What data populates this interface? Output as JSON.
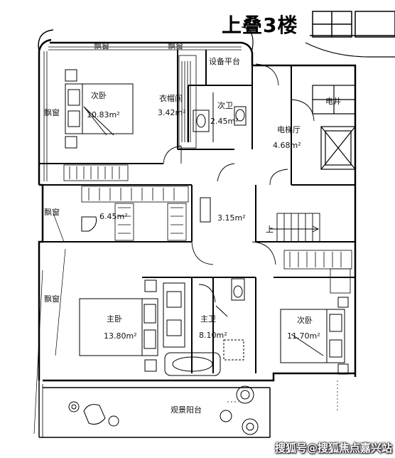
{
  "title": "上叠3楼",
  "labels": {
    "north_window": "飘窗",
    "north_window2": "飘窗",
    "equipment_platform": "设备平台",
    "bedroom2": "次卧",
    "bedroom2_area": "10.83m²",
    "closet": "衣帽间",
    "closet_area": "3.42m²",
    "bath2": "次卫",
    "bath2_area": "2.45m²",
    "elevator_hall": "电梯厅",
    "elevator_hall_area": "4.68m²",
    "elevator_shaft": "电井",
    "west_window1": "飘窗",
    "west_window2": "飘窗",
    "west_window3": "飘窗",
    "study_area": "6.45m²",
    "corridor_area": "3.15m²",
    "stair_up": "上",
    "master_bedroom": "主卧",
    "master_bedroom_area": "13.80m²",
    "master_bath": "主卫",
    "master_bath_area": "8.10m²",
    "bedroom3": "次卧",
    "bedroom3_area": "11.70m²",
    "balcony": "观景阳台"
  },
  "watermark": "搜狐号@搜狐焦点嘉兴站"
}
